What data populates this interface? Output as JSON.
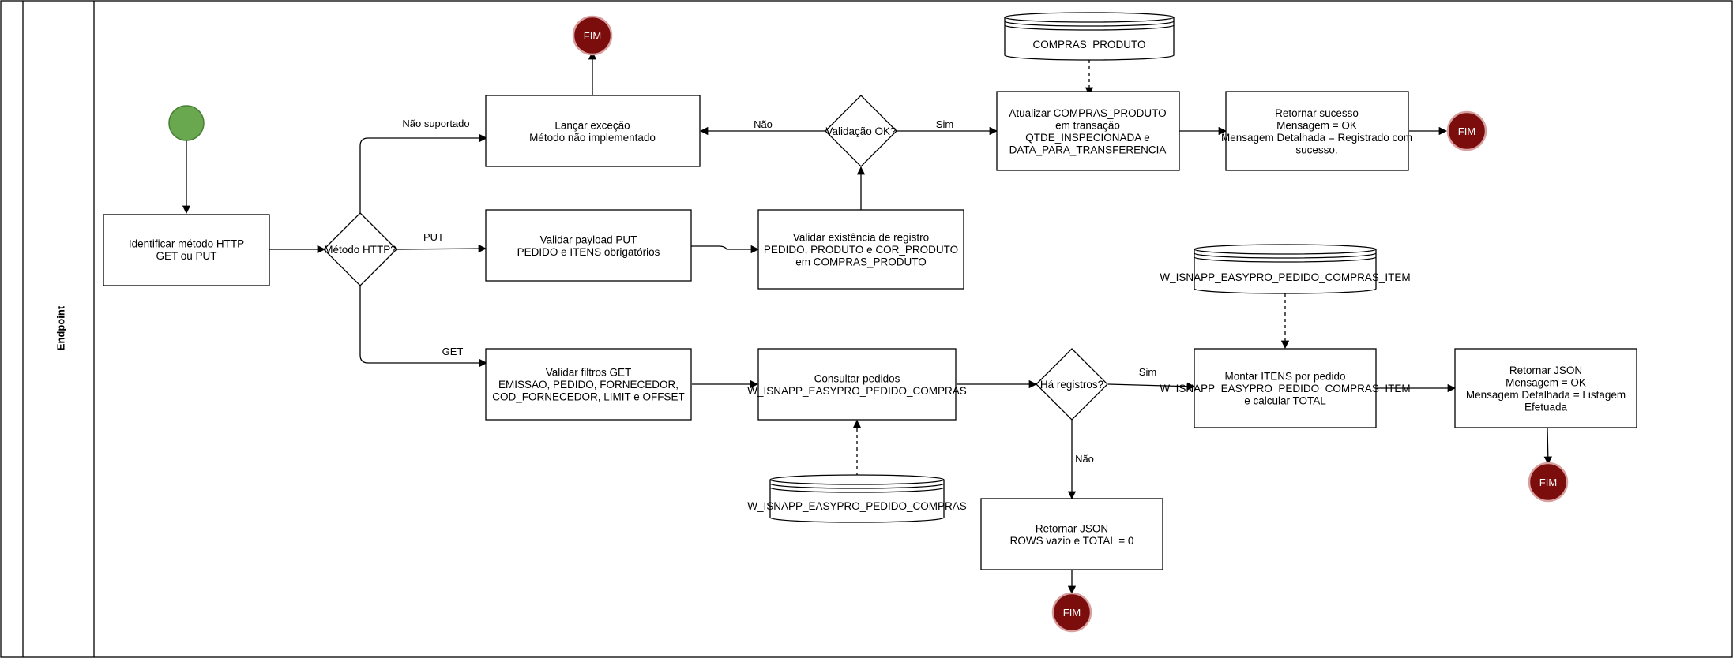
{
  "lane": {
    "label": "Endpoint"
  },
  "colors": {
    "start": "#6aa84f",
    "start_stroke": "#4a7f36",
    "end": "#7b0d0d",
    "end_stroke": "#d9a0a0",
    "line": "#000000"
  },
  "nodes": {
    "identificar": [
      "Identificar método HTTP",
      "GET ou PUT"
    ],
    "metodo": [
      "Método HTTP?"
    ],
    "lancar": [
      "Lançar exceção",
      "Método não implementado"
    ],
    "validar_put": [
      "Validar payload PUT",
      "PEDIDO e ITENS obrigatórios"
    ],
    "validar_existencia": [
      "Validar existência de registro",
      "PEDIDO, PRODUTO e COR_PRODUTO",
      "em COMPRAS_PRODUTO"
    ],
    "validacao_ok": [
      "Validação OK?"
    ],
    "atualizar": [
      "Atualizar COMPRAS_PRODUTO",
      "em transação",
      "QTDE_INSPECIONADA e",
      "DATA_PARA_TRANSFERENCIA"
    ],
    "retornar_sucesso": [
      "Retornar sucesso",
      "Mensagem = OK",
      "Mensagem Detalhada = Registrado com",
      "sucesso."
    ],
    "validar_get": [
      "Validar filtros GET",
      "EMISSAO, PEDIDO, FORNECEDOR,",
      "COD_FORNECEDOR, LIMIT e OFFSET"
    ],
    "consultar": [
      "Consultar pedidos",
      "W_ISNAPP_EASYPRO_PEDIDO_COMPRAS"
    ],
    "ha_registros": [
      "Há registros?"
    ],
    "montar": [
      "Montar ITENS por pedido",
      "W_ISNAPP_EASYPRO_PEDIDO_COMPRAS_ITEM",
      "e calcular TOTAL"
    ],
    "retornar_json": [
      "Retornar JSON",
      "Mensagem = OK",
      "Mensagem Detalhada = Listagem",
      "Efetuada"
    ],
    "retornar_vazio": [
      "Retornar JSON",
      "ROWS vazio e TOTAL = 0"
    ]
  },
  "databases": {
    "compras_produto": "COMPRAS_PRODUTO",
    "pedido_compras_item": "W_ISNAPP_EASYPRO_PEDIDO_COMPRAS_ITEM",
    "pedido_compras": "W_ISNAPP_EASYPRO_PEDIDO_COMPRAS"
  },
  "end_label": "FIM",
  "edge_labels": {
    "nao_suportado": "Não suportado",
    "put": "PUT",
    "get": "GET",
    "nao_validacao": "Não",
    "sim_validacao": "Sim",
    "sim_registros": "Sim",
    "nao_registros": "Não"
  }
}
